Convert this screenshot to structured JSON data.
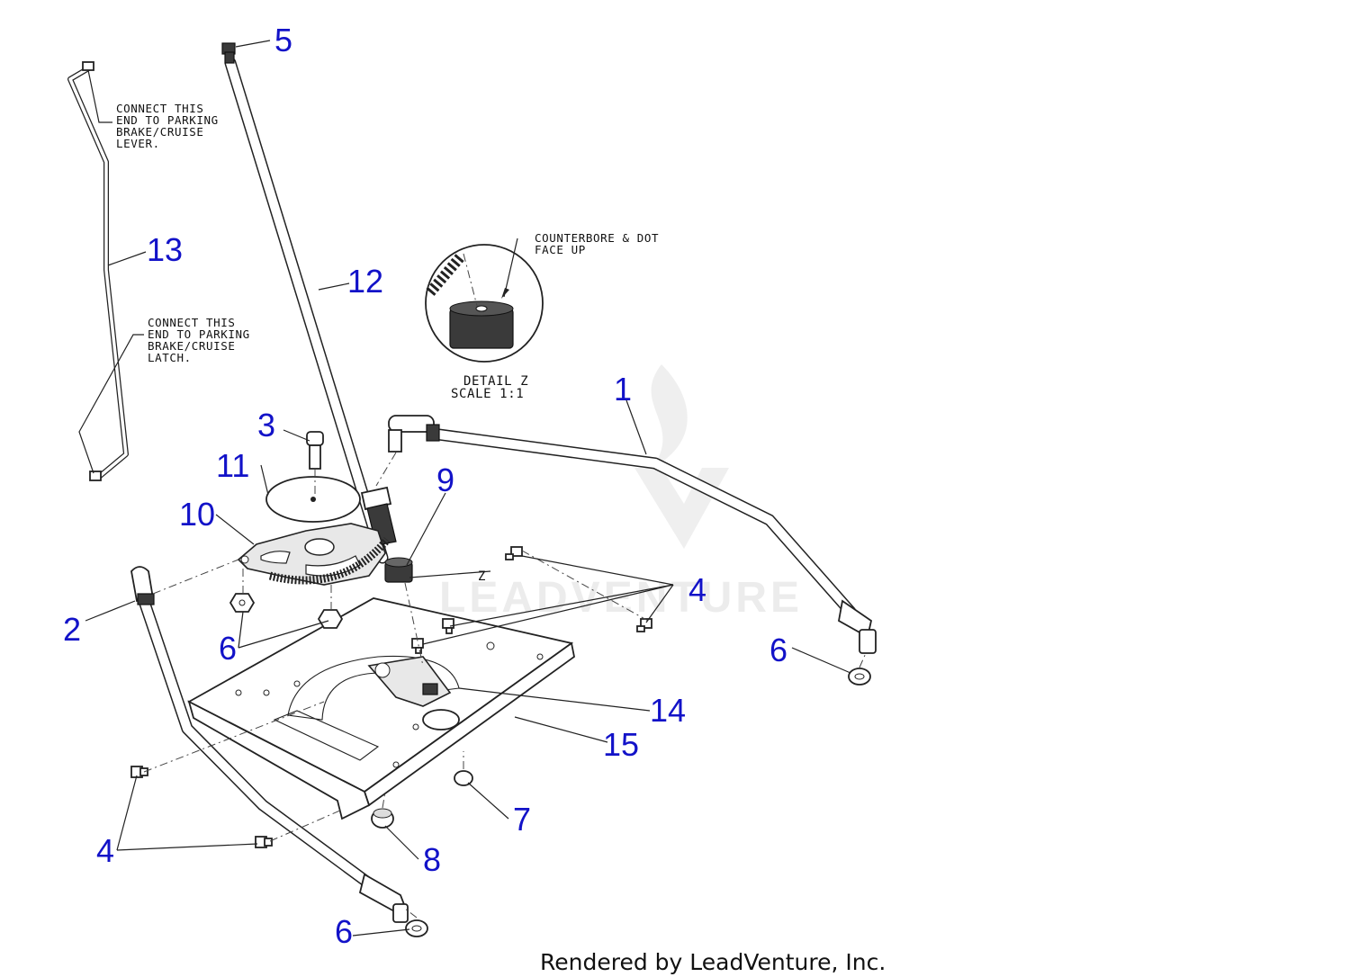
{
  "callouts": {
    "c1": "1",
    "c2": "2",
    "c3": "3",
    "c4a": "4",
    "c4b": "4",
    "c5": "5",
    "c6a": "6",
    "c6b": "6",
    "c6c": "6",
    "c7": "7",
    "c8": "8",
    "c9": "9",
    "c10": "10",
    "c11": "11",
    "c12": "12",
    "c13": "13",
    "c14": "14",
    "c15": "15"
  },
  "notes": {
    "lever": [
      "CONNECT THIS",
      "END TO PARKING",
      "BRAKE/CRUISE",
      "LEVER."
    ],
    "latch": [
      "CONNECT THIS",
      "END TO PARKING",
      "BRAKE/CRUISE",
      "LATCH."
    ],
    "counterbore": [
      "COUNTERBORE & DOT",
      "FACE UP"
    ]
  },
  "detail": {
    "label": "DETAIL Z",
    "scale": "SCALE 1:1",
    "marker": "Z"
  },
  "watermark": "LEADVENTURE",
  "credit": "Rendered by LeadVenture, Inc.",
  "colors": {
    "callout": "#1212c8",
    "line": "#222222",
    "watermark": "#ececec"
  }
}
